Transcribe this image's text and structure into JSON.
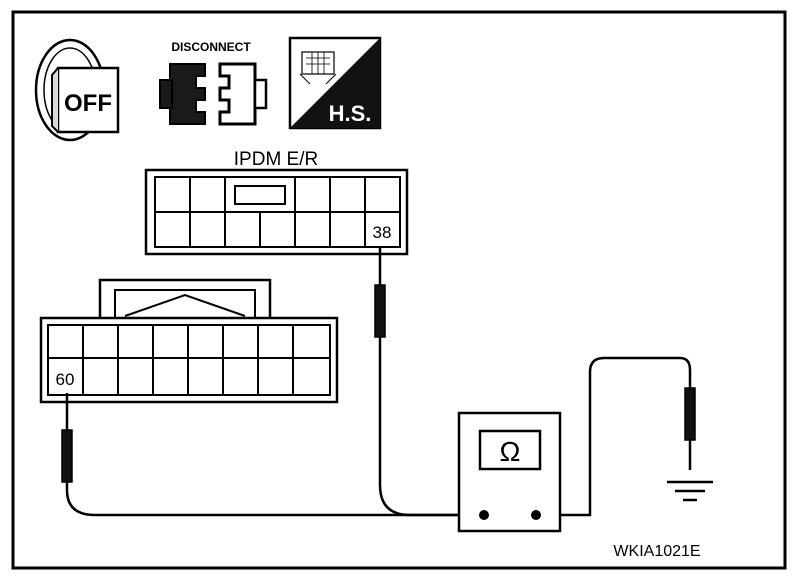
{
  "icons": {
    "ignition_text": "OFF",
    "disconnect_text": "DISCONNECT",
    "harness_side_text": "H.S."
  },
  "connector_ipdm": {
    "label": "IPDM E/R",
    "pin_label": "38"
  },
  "connector_left": {
    "pin_label": "60"
  },
  "meter": {
    "symbol": "Ω"
  },
  "figure_code": "WKIA1021E"
}
